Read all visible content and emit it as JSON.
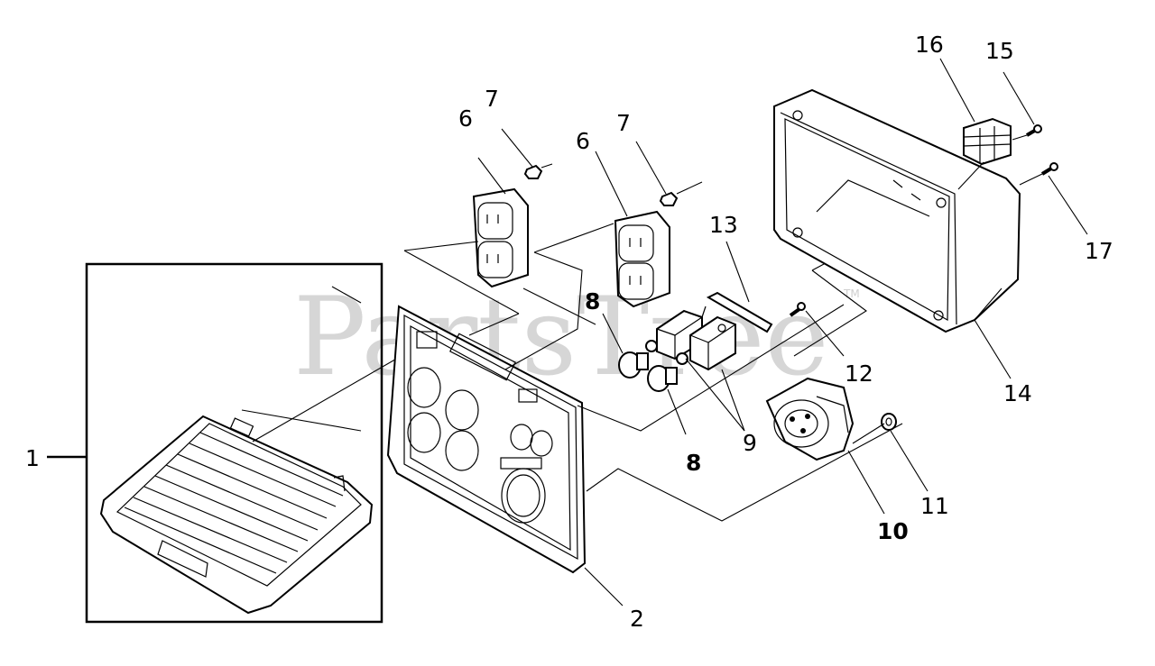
{
  "watermark": {
    "text": "PartsTree",
    "trademark": "TM"
  },
  "callouts": [
    {
      "id": "c1",
      "text": "1"
    },
    {
      "id": "c2",
      "text": "2"
    },
    {
      "id": "c6a",
      "text": "6"
    },
    {
      "id": "c6b",
      "text": "6"
    },
    {
      "id": "c7a",
      "text": "7"
    },
    {
      "id": "c7b",
      "text": "7"
    },
    {
      "id": "c8a",
      "text": "8"
    },
    {
      "id": "c8b",
      "text": "8"
    },
    {
      "id": "c9",
      "text": "9"
    },
    {
      "id": "c10",
      "text": "10"
    },
    {
      "id": "c11",
      "text": "11"
    },
    {
      "id": "c12",
      "text": "12"
    },
    {
      "id": "c13",
      "text": "13"
    },
    {
      "id": "c14",
      "text": "14"
    },
    {
      "id": "c15",
      "text": "15"
    },
    {
      "id": "c16",
      "text": "16"
    },
    {
      "id": "c17",
      "text": "17"
    }
  ]
}
